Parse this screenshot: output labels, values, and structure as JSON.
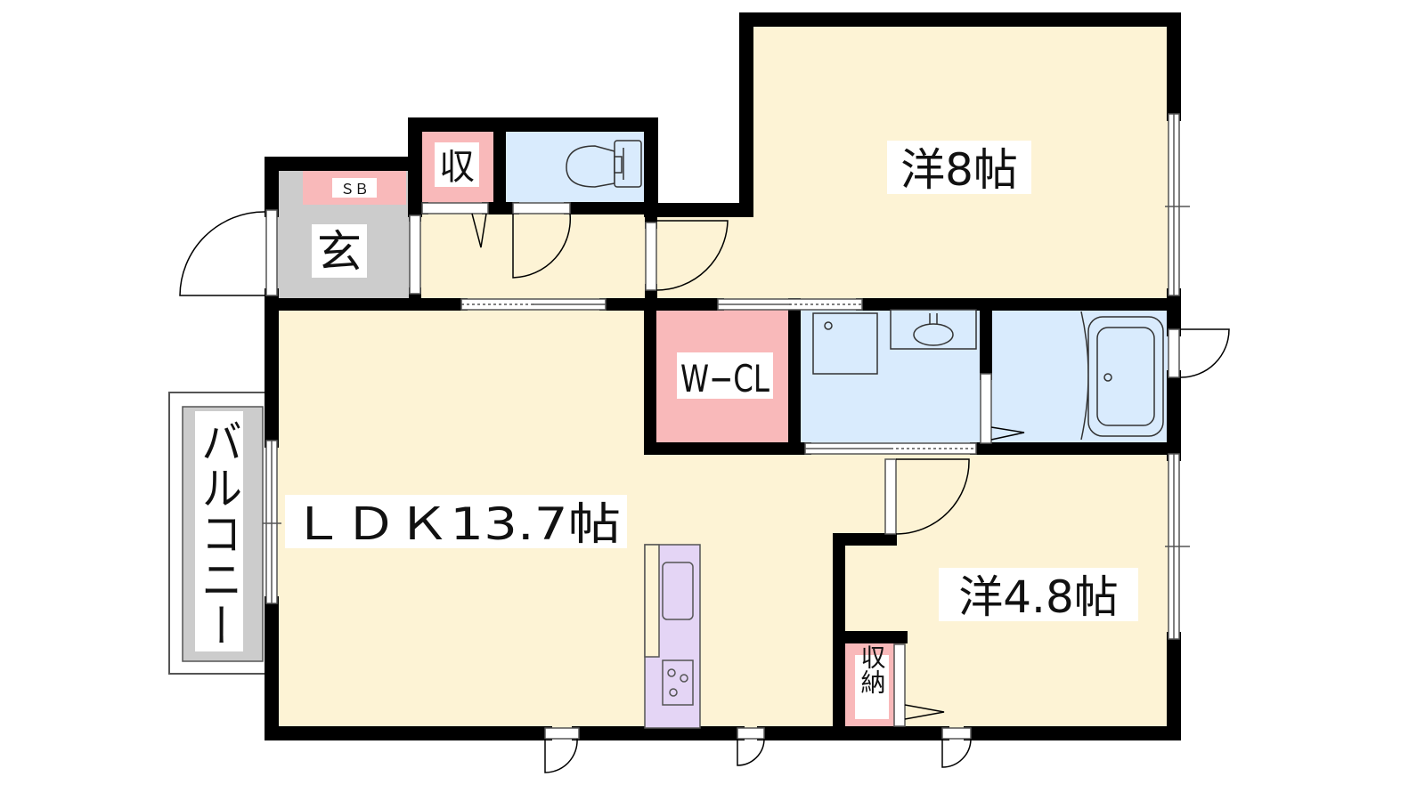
{
  "rooms": {
    "western_8": "洋8帖",
    "western_4_8": "洋4.8帖",
    "ldk": "ＬＤＫ13.7帖",
    "walk_in_closet": "W−CL",
    "entrance": "玄",
    "shoe_box": "ＳＢ",
    "storage_top": "収",
    "storage_bottom": "収納",
    "balcony": "バルコニー"
  },
  "colors": {
    "room_floor": "#fdf3d5",
    "wet_area": "#d9ebfd",
    "storage": "#f9b9ba",
    "entrance_floor": "#cccccc",
    "kitchen": "#e4d5f5",
    "wall": "#000000"
  },
  "fixtures": {
    "toilet": "toilet-icon",
    "washbasin": "washbasin-icon",
    "washing_machine": "washing-machine-pan-icon",
    "bathtub": "bathtub-icon",
    "sink": "sink-icon",
    "stove": "stove-icon"
  }
}
